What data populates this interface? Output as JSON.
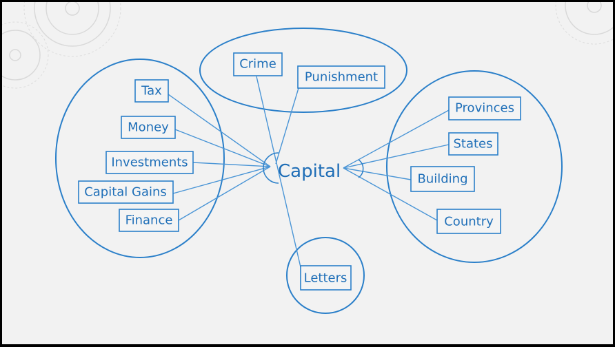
{
  "center": {
    "label": "Capital"
  },
  "colors": {
    "accent": "#2a7fc9",
    "background": "#f2f2f2"
  },
  "clusters": {
    "left": {
      "nodes": [
        {
          "id": "tax",
          "label": "Tax"
        },
        {
          "id": "money",
          "label": "Money"
        },
        {
          "id": "investments",
          "label": "Investments"
        },
        {
          "id": "capital-gains",
          "label": "Capital Gains"
        },
        {
          "id": "finance",
          "label": "Finance"
        }
      ]
    },
    "top": {
      "nodes": [
        {
          "id": "crime",
          "label": "Crime"
        },
        {
          "id": "punishment",
          "label": "Punishment"
        }
      ]
    },
    "right": {
      "nodes": [
        {
          "id": "provinces",
          "label": "Provinces"
        },
        {
          "id": "states",
          "label": "States"
        },
        {
          "id": "building",
          "label": "Building"
        },
        {
          "id": "country",
          "label": "Country"
        }
      ]
    },
    "bottom": {
      "nodes": [
        {
          "id": "letters",
          "label": "Letters"
        }
      ]
    }
  }
}
